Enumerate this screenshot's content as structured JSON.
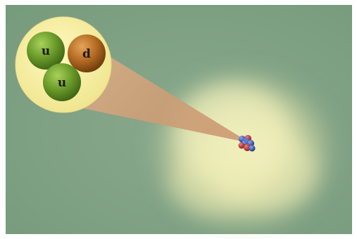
{
  "colors": {
    "background": "#7f9f84",
    "cloud": "#f2f1b6",
    "inset_disc": "#f6f0a6",
    "beam": "#d7a27c",
    "up_quark": "#6a9a2a",
    "down_quark": "#b36a22",
    "nucleon_proton": "#c23a3a",
    "nucleon_neutron": "#3a56b8"
  },
  "quarks": [
    {
      "label": "u",
      "flavor": "up",
      "color_name": "green"
    },
    {
      "label": "d",
      "flavor": "down",
      "color_name": "orange"
    },
    {
      "label": "u",
      "flavor": "up",
      "color_name": "green"
    }
  ],
  "icons": [
    "nucleus-icon",
    "electron-cloud",
    "zoom-inset-icon"
  ]
}
